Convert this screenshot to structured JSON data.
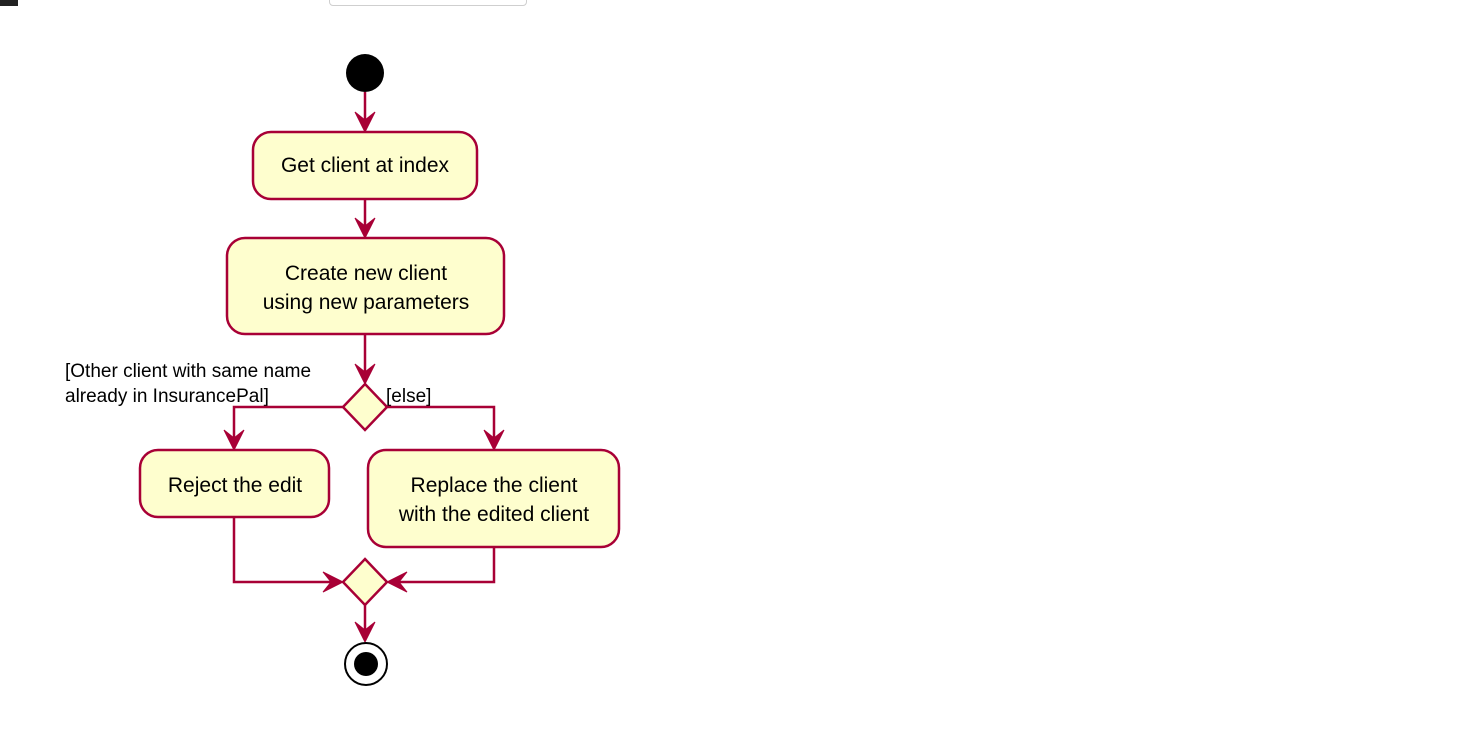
{
  "diagram": {
    "actions": {
      "get_client": [
        "Get client at index"
      ],
      "create_client": [
        "Create new client",
        "using new parameters"
      ],
      "reject_edit": [
        "Reject the edit"
      ],
      "replace_client": [
        "Replace the client",
        "with the edited client"
      ]
    },
    "guards": {
      "duplicate": [
        "[Other client with same name",
        "already in InsurancePal]"
      ],
      "else": "[else]"
    }
  },
  "colors": {
    "box_fill": "#FEFECE",
    "stroke": "#A80036"
  }
}
